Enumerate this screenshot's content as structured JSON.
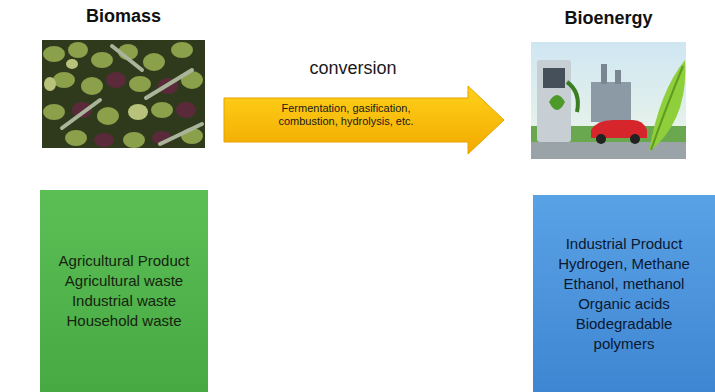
{
  "diagram": {
    "nodes": [
      {
        "text": [
          "Biomass"
        ]
      },
      {
        "text": [
          "conversion",
          "Fermentation, gasification, combustion, hydrolysis, etc."
        ]
      },
      {
        "text": [
          "Bioenergy"
        ]
      },
      {
        "text": [
          "Agricultural Product",
          "Agricultural waste",
          "Industrial waste",
          "Household waste"
        ]
      },
      {
        "text": [
          "Industrial Product",
          "Hydrogen, Methane",
          "Ethanol, methanol",
          "Organic acids",
          "Biodegradable polymers"
        ]
      }
    ]
  }
}
